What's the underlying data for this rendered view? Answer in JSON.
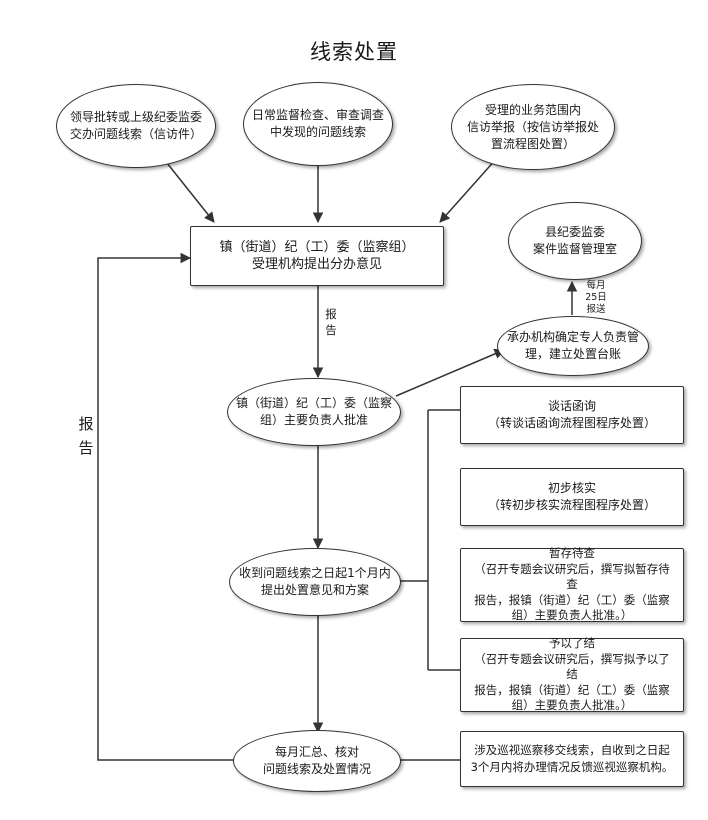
{
  "title": "线索处置",
  "nodes": {
    "source_leader": "领导批转或上级纪委监委\n交办问题线索（信访件）",
    "source_daily": "日常监督检查、审查调查\n中发现的问题线索",
    "source_petition": "受理的业务范围内\n信访举报（按信访举报处\n置流程图处置）",
    "acceptance": "镇（街道）纪（工）委（监察组）\n受理机构提出分办意见",
    "county": "县纪委监委\n案件监督管理室",
    "handler": "承办机构确定专人负责管\n理，建立处置台账",
    "approval": "镇（街道）纪（工）委（监察\n组）主要负责人批准",
    "proposal": "收到问题线索之日起1个月内\n提出处置意见和方案",
    "summary": "每月汇总、核对\n问题线索及处置情况",
    "talk": "谈话函询\n（转谈话函询流程图程序处置）",
    "verify": "初步核实\n（转初步核实流程图程序处置）",
    "hold": "暂存待查\n（召开专题会议研究后，撰写拟暂存待查\n报告，报镇（街道）纪（工）委（监察\n组）主要负责人批准。）",
    "close": "予以了结\n（召开专题会议研究后，撰写拟予以了结\n报告，报镇（街道）纪（工）委（监察\n组）主要负责人批准。）",
    "inspection": "涉及巡视巡察移交线索，自收到之日起\n3个月内将办理情况反馈巡视巡察机构。"
  },
  "edge_labels": {
    "report_down": "报\n告",
    "report_left": "报\n告",
    "monthly": "每月\n25日\n报送"
  }
}
